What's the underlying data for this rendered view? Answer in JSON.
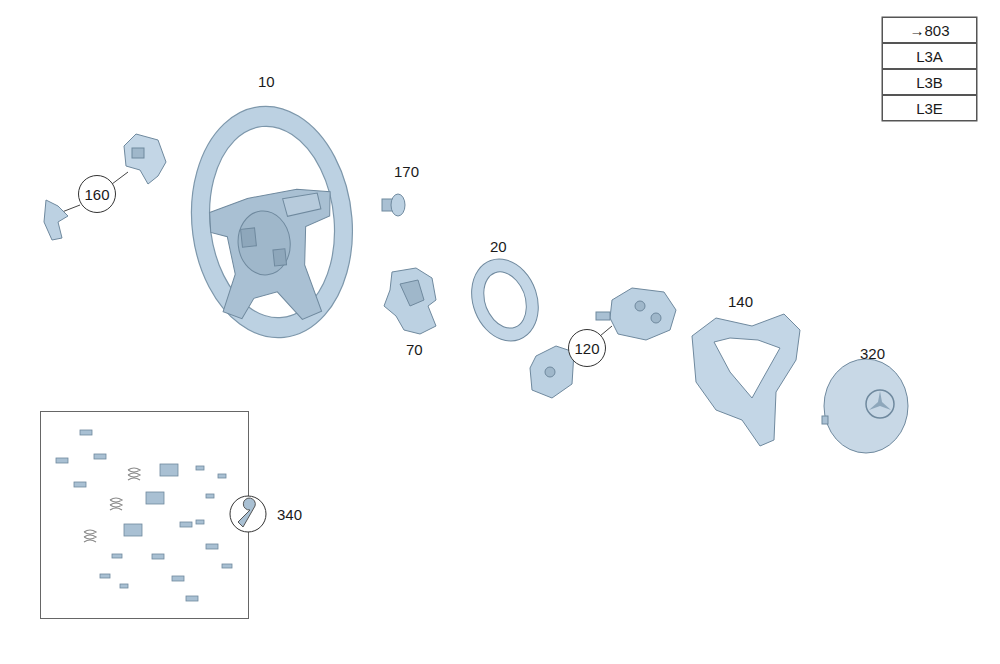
{
  "diagram": {
    "nodes": [
      {
        "text": [
          "160"
        ]
      },
      {
        "text": [
          "120"
        ]
      }
    ],
    "labels": [
      "10",
      "→803",
      "L3A",
      "L3B",
      "L3E",
      "170",
      "20",
      "140",
      "70",
      "320",
      "340"
    ]
  }
}
